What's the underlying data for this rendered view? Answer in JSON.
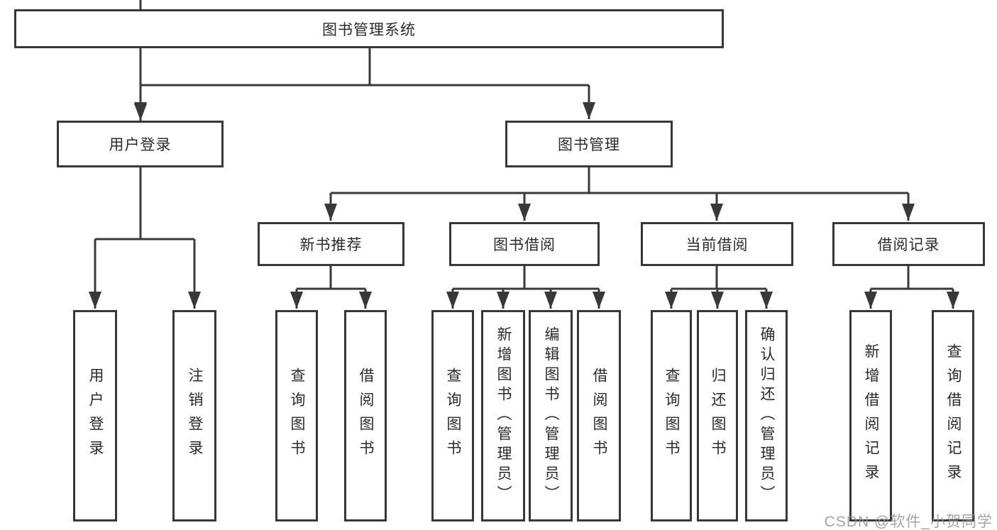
{
  "nodes": {
    "root": "图书管理系统",
    "user_login": "用户登录",
    "book_mgmt": "图书管理",
    "new_book_rec": "新书推荐",
    "book_borrow": "图书借阅",
    "current_borrow": "当前借阅",
    "borrow_records": "借阅记录",
    "leaf_user_login": "用户登录",
    "leaf_logout": "注销登录",
    "leaf_query_books_1": "查询图书",
    "leaf_borrow_books_1": "借阅图书",
    "leaf_query_books_2": "查询图书",
    "leaf_add_book": "新增图书（管理员）",
    "leaf_edit_book": "编辑图书（管理员）",
    "leaf_borrow_books_2": "借阅图书",
    "leaf_query_books_3": "查询图书",
    "leaf_return_book": "归还图书",
    "leaf_confirm_return": "确认归还（管理员）",
    "leaf_add_record": "新增借阅记录",
    "leaf_query_record": "查询借阅记录"
  },
  "structure": {
    "图书管理系统": {
      "用户登录": [
        "用户登录",
        "注销登录"
      ],
      "图书管理": {
        "新书推荐": [
          "查询图书",
          "借阅图书"
        ],
        "图书借阅": [
          "查询图书",
          "新增图书（管理员）",
          "编辑图书（管理员）",
          "借阅图书"
        ],
        "当前借阅": [
          "查询图书",
          "归还图书",
          "确认归还（管理员）"
        ],
        "借阅记录": [
          "新增借阅记录",
          "查询借阅记录"
        ]
      }
    }
  },
  "watermark": "CSDN @软件_小贺同学",
  "colors": {
    "line": "#3a3a3a",
    "box_border": "#383838",
    "text": "#2a2a2a",
    "background": "#ffffff",
    "watermark": "#969393"
  }
}
